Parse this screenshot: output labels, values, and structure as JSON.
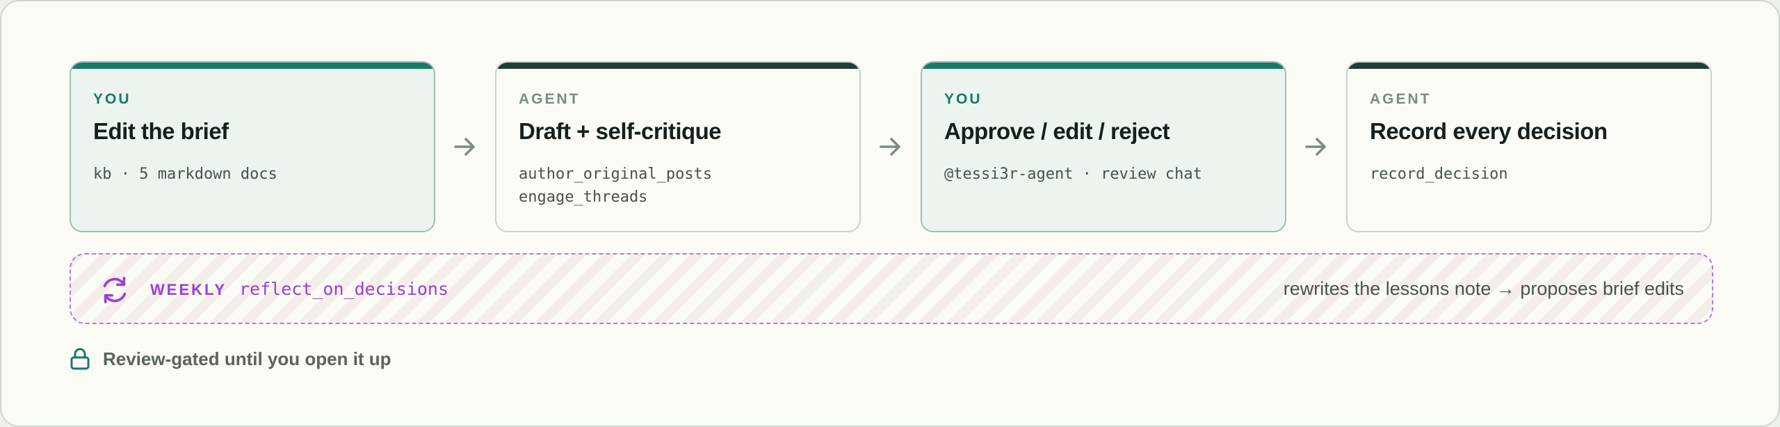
{
  "steps": [
    {
      "role": "YOU",
      "title": "Edit the brief",
      "detail": "kb · 5 markdown docs"
    },
    {
      "role": "AGENT",
      "title": "Draft + self-critique",
      "detail": "author_original_posts\nengage_threads"
    },
    {
      "role": "YOU",
      "title": "Approve / edit / reject",
      "detail": "@tessi3r-agent · review chat"
    },
    {
      "role": "AGENT",
      "title": "Record every decision",
      "detail": "record_decision"
    }
  ],
  "loop": {
    "cadence": "WEEKLY",
    "function": "reflect_on_decisions",
    "description": "rewrites the lessons note → proposes brief edits"
  },
  "gate": {
    "text": "Review-gated until you open it up"
  },
  "colors": {
    "you_accent": "#177a68",
    "agent_accent": "#1f3d36",
    "loop_accent": "#9a3fd8"
  },
  "icons": [
    "arrow-right-icon",
    "refresh-cycle-icon",
    "lock-icon"
  ]
}
